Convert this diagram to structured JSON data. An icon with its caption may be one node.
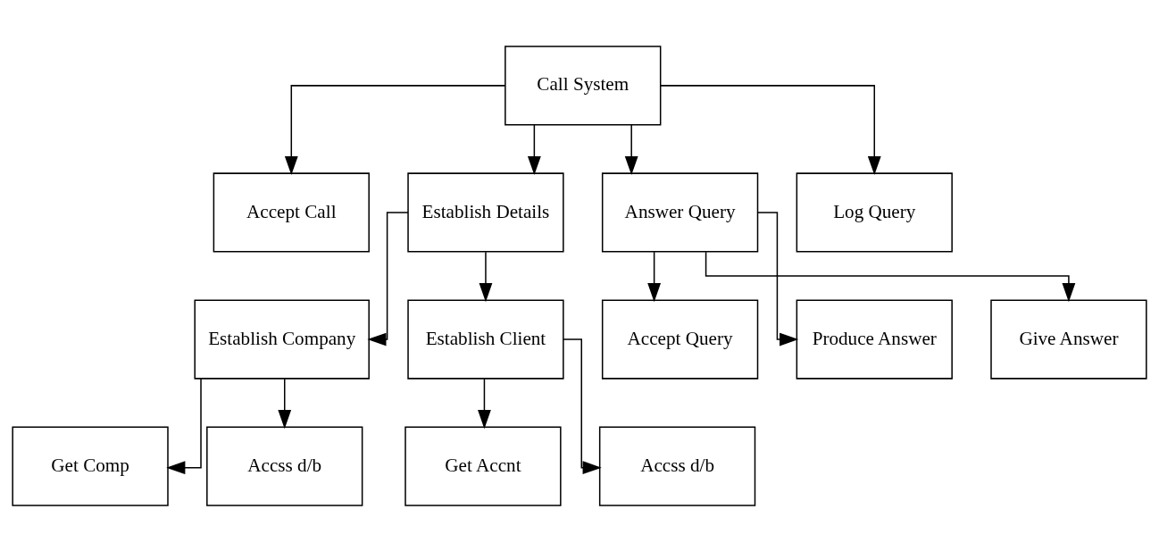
{
  "diagram": {
    "nodes": [
      {
        "text": [
          "Call System"
        ]
      },
      {
        "text": [
          "Accept Call"
        ]
      },
      {
        "text": [
          "Establish Details"
        ]
      },
      {
        "text": [
          "Answer Query"
        ]
      },
      {
        "text": [
          "Log Query"
        ]
      },
      {
        "text": [
          "Establish Company"
        ]
      },
      {
        "text": [
          "Establish Client"
        ]
      },
      {
        "text": [
          "Accept Query"
        ]
      },
      {
        "text": [
          "Produce Answer"
        ]
      },
      {
        "text": [
          "Give Answer"
        ]
      },
      {
        "text": [
          "Get Comp"
        ]
      },
      {
        "text": [
          "Accss d/b"
        ]
      },
      {
        "text": [
          "Get Accnt"
        ]
      },
      {
        "text": [
          "Accss d/b"
        ]
      }
    ],
    "edges": [
      {
        "from": 0,
        "to": 1,
        "arrow": "to"
      },
      {
        "from": 0,
        "to": 2,
        "arrow": "to"
      },
      {
        "from": 0,
        "to": 3,
        "arrow": "to"
      },
      {
        "from": 0,
        "to": 4,
        "arrow": "to"
      },
      {
        "from": 2,
        "to": 5,
        "arrow": "to"
      },
      {
        "from": 2,
        "to": 6,
        "arrow": "to"
      },
      {
        "from": 3,
        "to": 7,
        "arrow": "to"
      },
      {
        "from": 3,
        "to": 8,
        "arrow": "to"
      },
      {
        "from": 3,
        "to": 9,
        "arrow": "to"
      },
      {
        "from": 5,
        "to": 10,
        "arrow": "to"
      },
      {
        "from": 5,
        "to": 11,
        "arrow": "to"
      },
      {
        "from": 6,
        "to": 12,
        "arrow": "to"
      },
      {
        "from": 6,
        "to": 13,
        "arrow": "to"
      }
    ]
  }
}
